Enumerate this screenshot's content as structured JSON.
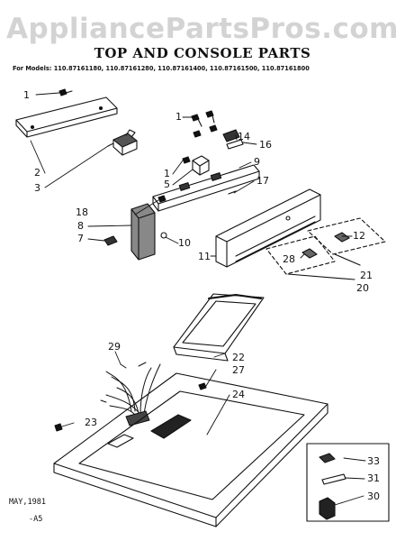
{
  "watermark": "AppliancePartsPros.com",
  "header": {
    "title": "TOP AND CONSOLE PARTS",
    "models": "For Models: 110.87161180, 110.87161280, 110.87161400, 110.87161500, 110.87161800"
  },
  "callouts": [
    {
      "id": "c1a",
      "label": "1"
    },
    {
      "id": "c2",
      "label": "2"
    },
    {
      "id": "c3",
      "label": "3"
    },
    {
      "id": "c1b",
      "label": "1"
    },
    {
      "id": "c14",
      "label": "14"
    },
    {
      "id": "c16",
      "label": "16"
    },
    {
      "id": "c1c",
      "label": "1"
    },
    {
      "id": "c9",
      "label": "9"
    },
    {
      "id": "c5",
      "label": "5"
    },
    {
      "id": "c17",
      "label": "17"
    },
    {
      "id": "c18",
      "label": "18"
    },
    {
      "id": "c8",
      "label": "8"
    },
    {
      "id": "c7",
      "label": "7"
    },
    {
      "id": "c10",
      "label": "10"
    },
    {
      "id": "c11",
      "label": "11"
    },
    {
      "id": "c12",
      "label": "12"
    },
    {
      "id": "c28",
      "label": "28"
    },
    {
      "id": "c21",
      "label": "21"
    },
    {
      "id": "c20",
      "label": "20"
    },
    {
      "id": "c29",
      "label": "29"
    },
    {
      "id": "c22",
      "label": "22"
    },
    {
      "id": "c27",
      "label": "27"
    },
    {
      "id": "c24",
      "label": "24"
    },
    {
      "id": "c23",
      "label": "23"
    },
    {
      "id": "c33",
      "label": "33"
    },
    {
      "id": "c31",
      "label": "31"
    },
    {
      "id": "c30",
      "label": "30"
    }
  ],
  "footer": {
    "date": "MAY,1981",
    "code": "-A5"
  }
}
